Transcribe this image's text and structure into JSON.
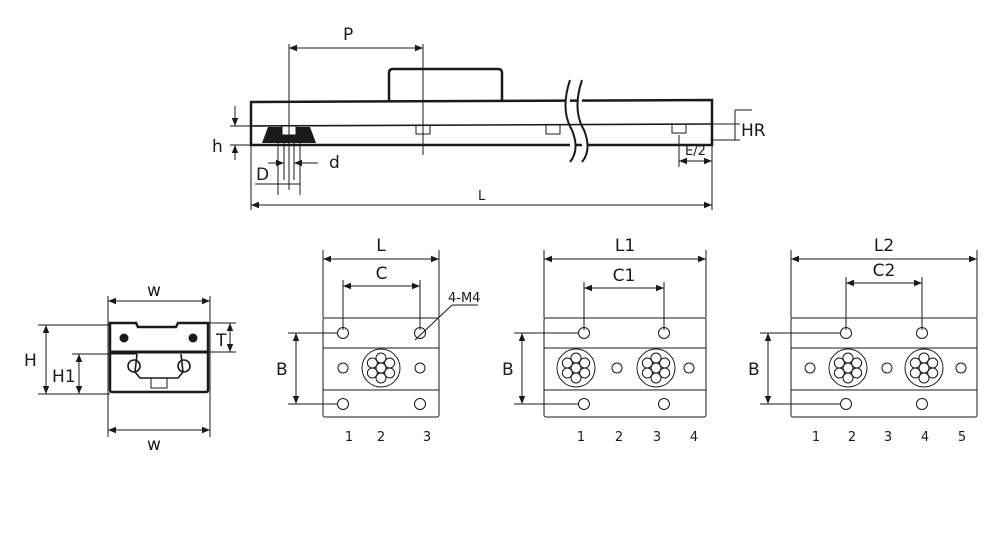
{
  "side_view": {
    "P": "P",
    "h": "h",
    "D": "D",
    "d": "d",
    "HR": "HR",
    "E2": "E/2",
    "L": "L"
  },
  "end_view": {
    "w_top": "w",
    "w_bottom": "w",
    "H": "H",
    "H1": "H1",
    "T": "T"
  },
  "block_1": {
    "L": "L",
    "C": "C",
    "B": "B",
    "thread": "4-M4",
    "positions": [
      "1",
      "2",
      "3"
    ]
  },
  "block_2": {
    "L": "L1",
    "C": "C1",
    "B": "B",
    "positions": [
      "1",
      "2",
      "3",
      "4"
    ]
  },
  "block_3": {
    "L": "L2",
    "C": "C2",
    "B": "B",
    "positions": [
      "1",
      "2",
      "3",
      "4",
      "5"
    ]
  }
}
